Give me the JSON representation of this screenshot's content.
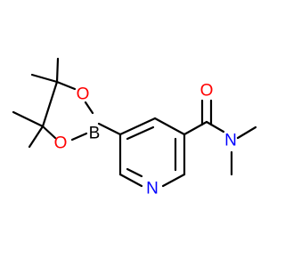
{
  "molecule": {
    "atom_labels": {
      "boron": "B",
      "ring_oxygen_top": "O",
      "ring_oxygen_bottom": "O",
      "pyridine_nitrogen": "N",
      "carbonyl_oxygen": "O",
      "amide_nitrogen": "N"
    },
    "colors": {
      "bond": "#000000",
      "boron": "#000000",
      "oxygen": "#ff0000",
      "nitrogen": "#0000ff"
    }
  }
}
